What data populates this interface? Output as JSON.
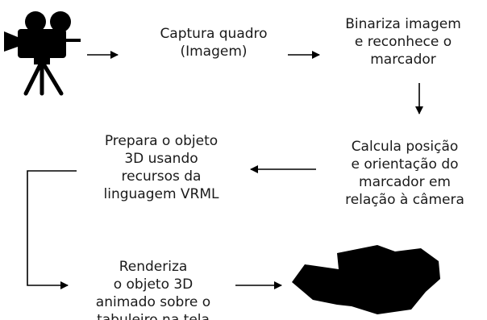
{
  "steps": {
    "capture": [
      "Captura quadro",
      "(Imagem)"
    ],
    "binarize": [
      "Binariza imagem",
      "e reconhece o",
      "marcador"
    ],
    "calcula": [
      "Calcula posição",
      "e orientação do",
      "marcador em",
      "relação à câmera"
    ],
    "prepara": [
      "Prepara o objeto",
      "3D usando",
      "recursos da",
      "linguagem VRML"
    ],
    "renderiza": [
      "Renderiza",
      "o objeto 3D",
      "animado sobre o",
      "tabuleiro na tela"
    ]
  },
  "icons": {
    "camera": "movie-camera-icon",
    "object": "3d-object-icon"
  },
  "colors": {
    "ink": "#000000",
    "text": "#1a1a1a"
  }
}
